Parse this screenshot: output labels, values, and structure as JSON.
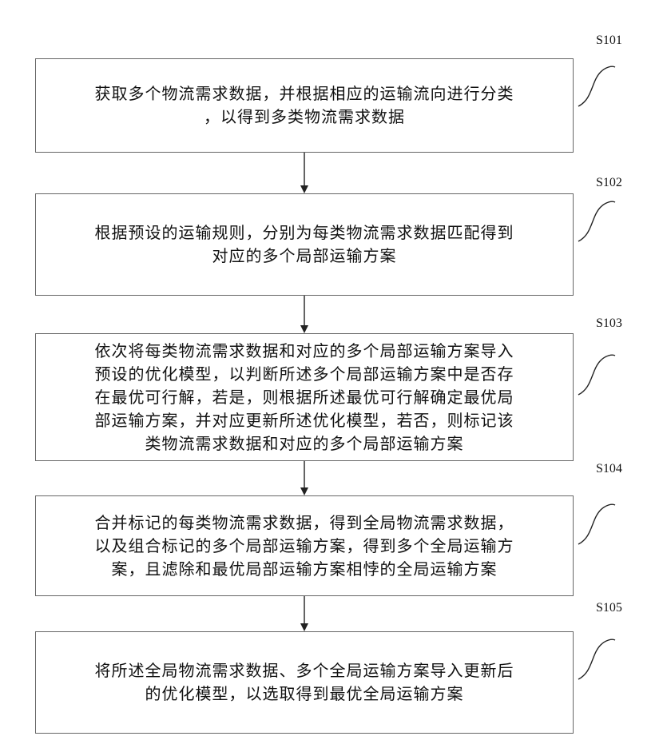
{
  "steps": [
    {
      "id": "S101",
      "text": "获取多个物流需求数据，并根据相应的运输流向进行分类\n，以得到多类物流需求数据"
    },
    {
      "id": "S102",
      "text": "根据预设的运输规则，分别为每类物流需求数据匹配得到\n对应的多个局部运输方案"
    },
    {
      "id": "S103",
      "text": "依次将每类物流需求数据和对应的多个局部运输方案导入\n预设的优化模型，以判断所述多个局部运输方案中是否存\n在最优可行解，若是，则根据所述最优可行解确定最优局\n部运输方案，并对应更新所述优化模型，若否，则标记该\n类物流需求数据和对应的多个局部运输方案"
    },
    {
      "id": "S104",
      "text": "合并标记的每类物流需求数据，得到全局物流需求数据，\n以及组合标记的多个局部运输方案，得到多个全局运输方\n案，且滤除和最优局部运输方案相悖的全局运输方案"
    },
    {
      "id": "S105",
      "text": "将所述全局物流需求数据、多个全局运输方案导入更新后\n的优化模型，以选取得到最优全局运输方案"
    }
  ]
}
